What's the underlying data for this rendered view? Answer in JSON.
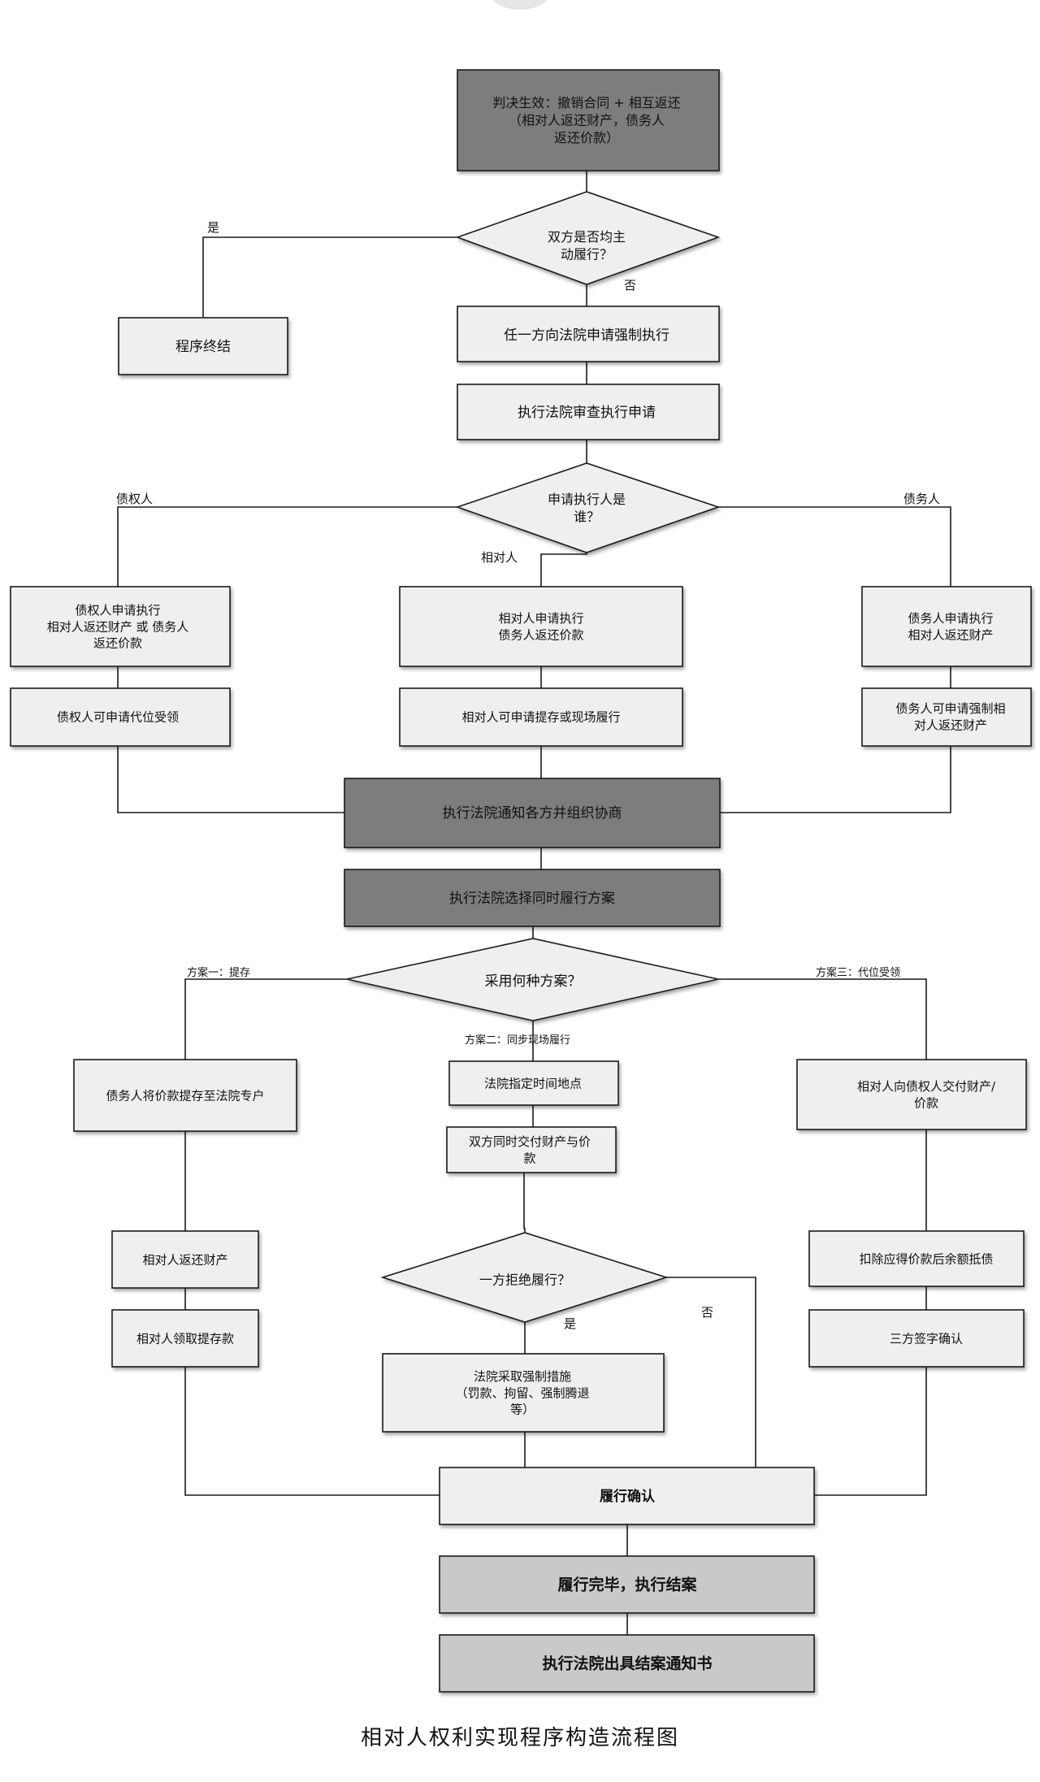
{
  "caption": "相对人权利实现程序构造流程图",
  "nodes": {
    "judgment": [
      "判决生效：撤销合同 + 相互返还",
      "（相对人返还财产，债务人",
      "返还价款）"
    ],
    "both_perform": [
      "双方是否均主",
      "动履行？"
    ],
    "end_procedure": [
      "程序终结"
    ],
    "apply_enforce": [
      "任一方向法院申请强制执行"
    ],
    "court_review": [
      "执行法院审查执行申请"
    ],
    "who_applicant": [
      "申请执行人是",
      "谁？"
    ],
    "creditor_apply": [
      "债权人申请执行",
      "相对人返还财产 或 债务人",
      "返还价款"
    ],
    "counterparty_apply": [
      "相对人申请执行",
      "债务人返还价款"
    ],
    "debtor_apply": [
      "债务人申请执行",
      "相对人返还财产"
    ],
    "creditor_subrogation": [
      "债权人可申请代位受领"
    ],
    "counterparty_deposit": [
      "相对人可申请提存或现场履行"
    ],
    "debtor_force": [
      "债务人可申请强制相",
      "对人返还财产"
    ],
    "court_notify": [
      "执行法院通知各方并组织协商"
    ],
    "court_select": [
      "执行法院选择同时履行方案"
    ],
    "which_plan": [
      "采用何种方案？"
    ],
    "debtor_deposit": [
      "债务人将价款提存至法院专户"
    ],
    "court_designate": [
      "法院指定时间地点"
    ],
    "transfer_to_creditor": [
      "相对人向债权人交付财产/",
      "价款"
    ],
    "simultaneous_delivery": [
      "双方同时交付财产与价",
      "款"
    ],
    "counterparty_return": [
      "相对人返还财产"
    ],
    "refuse": [
      "一方拒绝履行？"
    ],
    "deduct_offset": [
      "扣除应得价款后余额抵债"
    ],
    "counterparty_collect": [
      "相对人领取提存款"
    ],
    "three_sign": [
      "三方签字确认"
    ],
    "coercive": [
      "法院采取强制措施",
      "（罚款、拘留、强制腾退",
      "等）"
    ],
    "confirm": [
      "履行确认"
    ],
    "completed": [
      "履行完毕，执行结案"
    ],
    "closure_notice": [
      "执行法院出具结案通知书"
    ]
  },
  "edge_labels": {
    "yes_1": "是",
    "no_1": "否",
    "creditor": "债权人",
    "counterparty": "相对人",
    "debtor": "债务人",
    "plan1": "方案一：提存",
    "plan2": "方案二：同步现场履行",
    "plan3": "方案三：代位受领",
    "yes_2": "是",
    "no_2": "否"
  },
  "colors": {
    "dark": "#7d7d7d",
    "medium": "#c9c9c9",
    "light": "#efefef",
    "line": "#1a1a1a"
  }
}
